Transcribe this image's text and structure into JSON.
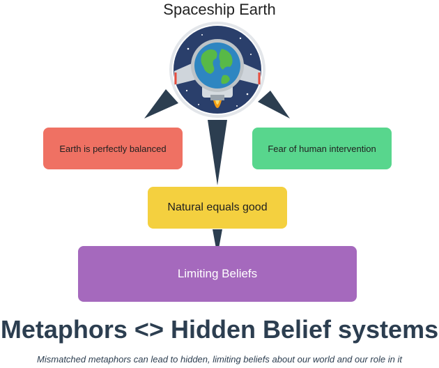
{
  "diagram": {
    "title": "Spaceship Earth",
    "icon": "spaceship-earth-icon",
    "boxes": {
      "balanced": {
        "label": "Earth is perfectly balanced",
        "color": "#ef7163"
      },
      "fear": {
        "label": "Fear of human intervention",
        "color": "#58d68d"
      },
      "natural": {
        "label": "Natural equals good",
        "color": "#f4d03f"
      },
      "limiting": {
        "label": "Limiting Beliefs",
        "color": "#a569bd"
      }
    },
    "arrow_color": "#2c3e50"
  },
  "heading": "Metaphors <> Hidden Belief systems",
  "caption": "Mismatched metaphors can lead to hidden, limiting beliefs about our world and our role in it"
}
